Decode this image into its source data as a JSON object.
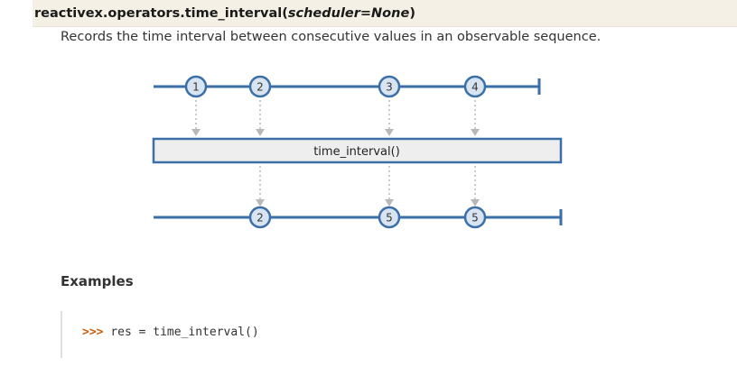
{
  "signature": {
    "name": "reactivex.operators.time_interval",
    "params": "scheduler=None"
  },
  "description": "Records the time interval between consecutive values in an observable sequence.",
  "marble_diagram": {
    "source_values": [
      "1",
      "2",
      "3",
      "4"
    ],
    "operator_label": "time_interval()",
    "result_values": [
      "2",
      "5",
      "5"
    ],
    "colors": {
      "line": "#3a6fa8",
      "marble_fill": "#d9e4f2",
      "operator_fill": "#eeeeee",
      "arrow": "#b8b8b8"
    }
  },
  "examples": {
    "heading": "Examples",
    "prompt": ">>>",
    "code": "res = time_interval()"
  }
}
